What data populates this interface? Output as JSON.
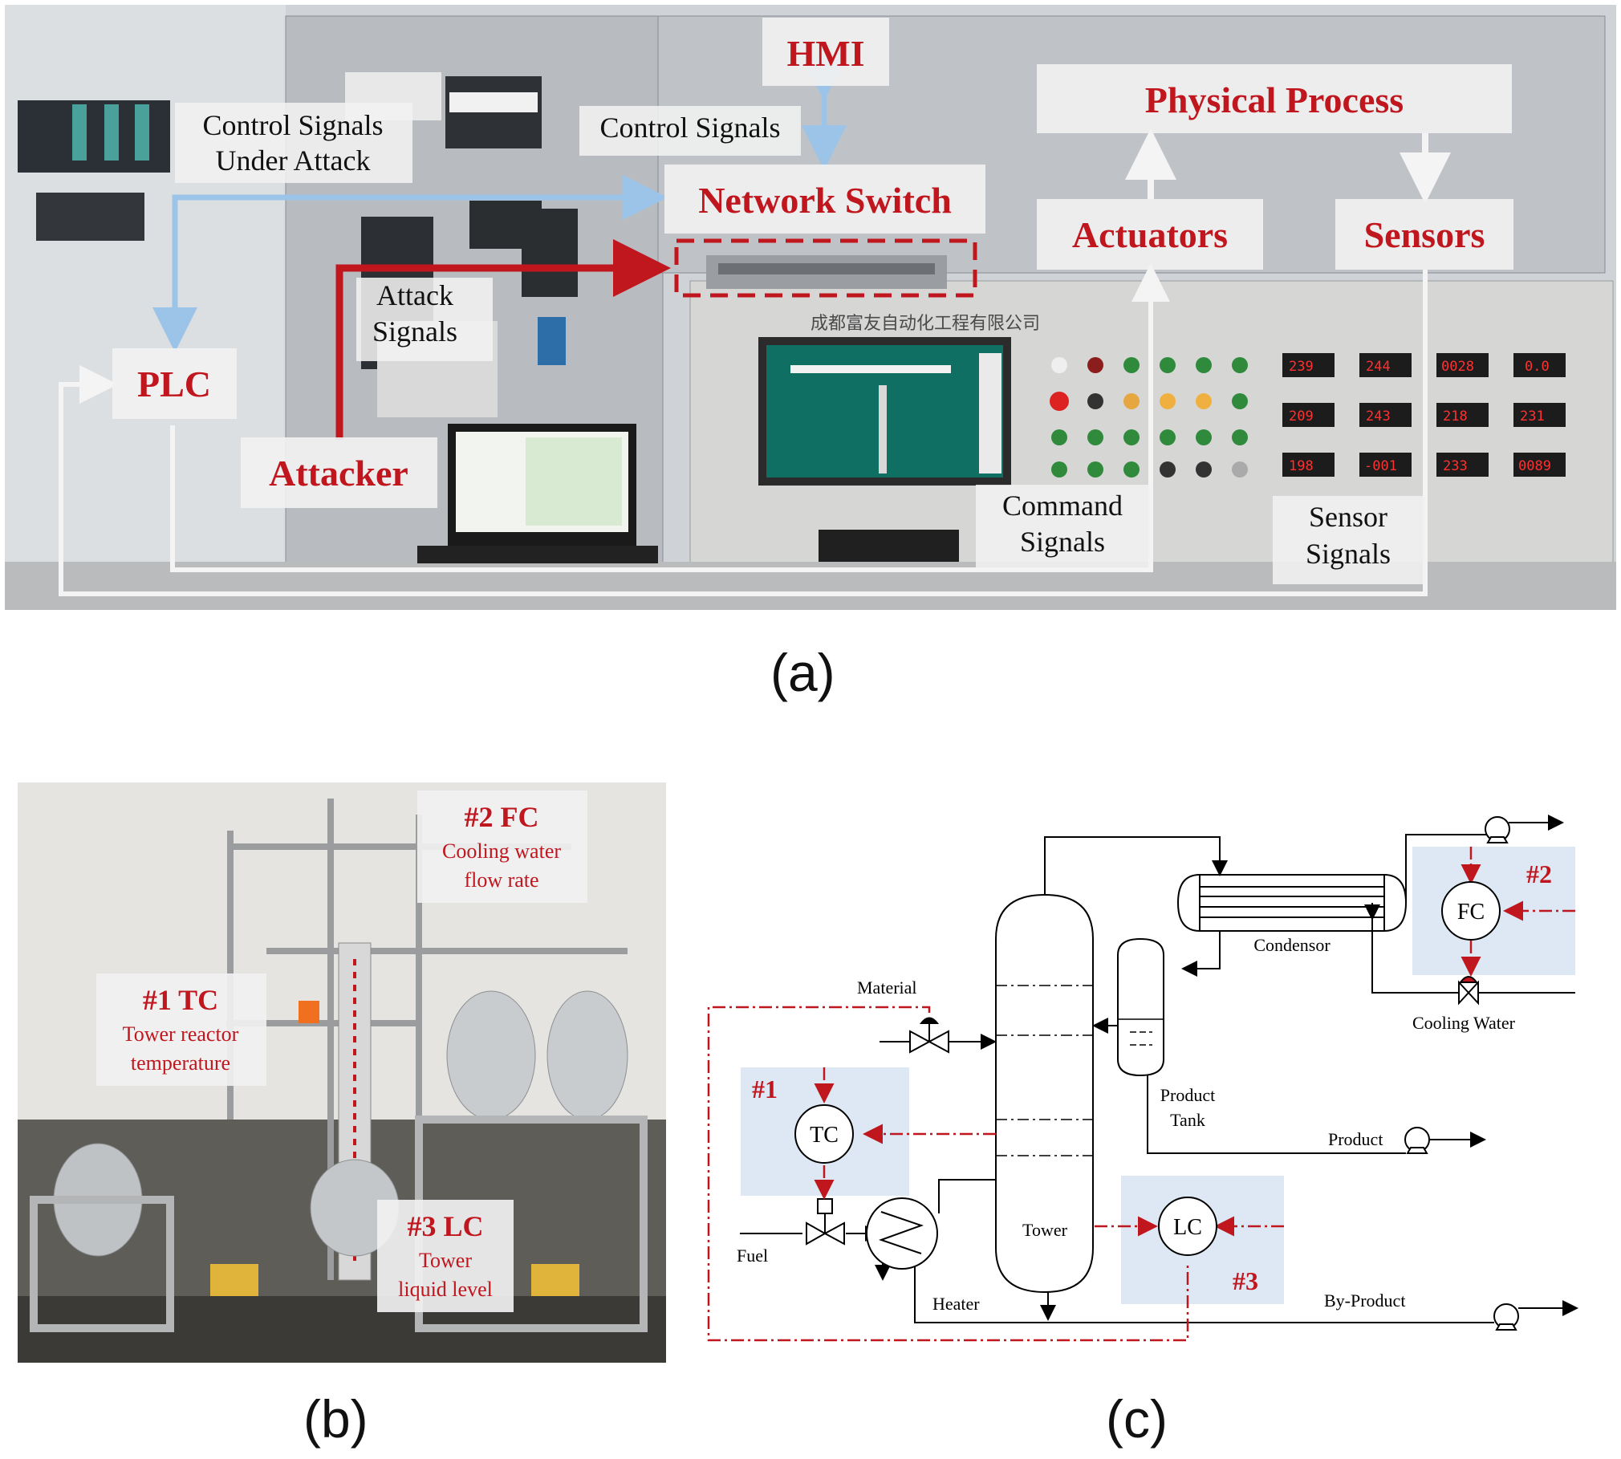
{
  "panel_a": {
    "caption": "(a)",
    "labels": {
      "hmi": "HMI",
      "physical_process": "Physical Process",
      "network_switch": "Network Switch",
      "actuators": "Actuators",
      "sensors": "Sensors",
      "plc": "PLC",
      "attacker": "Attacker",
      "control_signals_under_attack_1": "Control Signals",
      "control_signals_under_attack_2": "Under Attack",
      "control_signals": "Control Signals",
      "attack_signals_1": "Attack",
      "attack_signals_2": "Signals",
      "command_signals_1": "Command",
      "command_signals_2": "Signals",
      "sensor_signals_1": "Sensor",
      "sensor_signals_2": "Signals"
    },
    "panel_banner_text": "成都富友自动化工程有限公司",
    "meter_readings": [
      "239",
      "244",
      "0028",
      "0.0",
      "209",
      "243",
      "218",
      "231",
      "198",
      "-001",
      "233",
      "0089"
    ],
    "colors": {
      "red": "#c0161e",
      "blue": "#9cc4e8",
      "white_arrow": "#f4f4f4"
    }
  },
  "panel_b": {
    "caption": "(b)",
    "callouts": [
      {
        "id": "#1 TC",
        "line1": "Tower reactor",
        "line2": "temperature"
      },
      {
        "id": "#2 FC",
        "line1": "Cooling water",
        "line2": "flow rate"
      },
      {
        "id": "#3 LC",
        "line1": "Tower",
        "line2": "liquid level"
      }
    ]
  },
  "panel_c": {
    "caption": "(c)",
    "labels": {
      "material": "Material",
      "fuel": "Fuel",
      "heater": "Heater",
      "tower": "Tower",
      "condensor": "Condensor",
      "product_tank_1": "Product",
      "product_tank_2": "Tank",
      "product": "Product",
      "by_product": "By-Product",
      "cooling_water": "Cooling Water",
      "tc": "TC",
      "fc": "FC",
      "lc": "LC",
      "tag1": "#1",
      "tag2": "#2",
      "tag3": "#3"
    },
    "colors": {
      "loop": "#c0161e",
      "box": "#dde8f4",
      "line": "#000000"
    }
  }
}
